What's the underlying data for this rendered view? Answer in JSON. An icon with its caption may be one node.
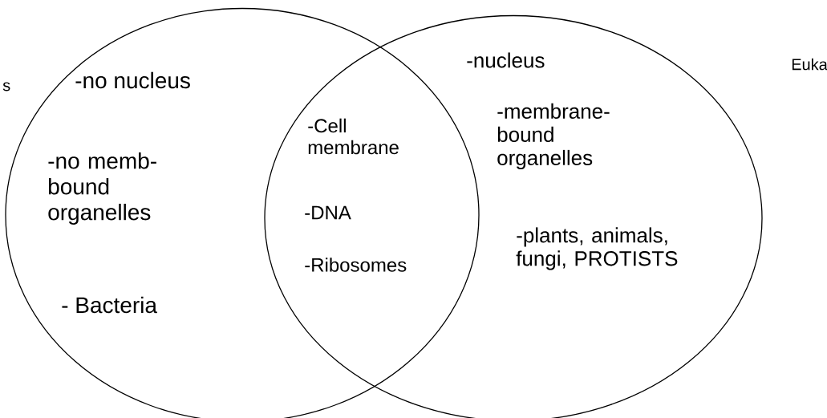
{
  "diagram": {
    "nodes": [
      {
        "text": [
          "s",
          "-no nucleus",
          "-no memb- bound organelles",
          "- Bacteria"
        ]
      },
      {
        "text": [
          "Euka",
          "-nucleus",
          "-membrane- bound organelles",
          "-plants, animals, fungi, PROTISTS"
        ]
      }
    ],
    "labels": [
      "-Cell membrane",
      "-DNA",
      "-Ribosomes"
    ]
  }
}
